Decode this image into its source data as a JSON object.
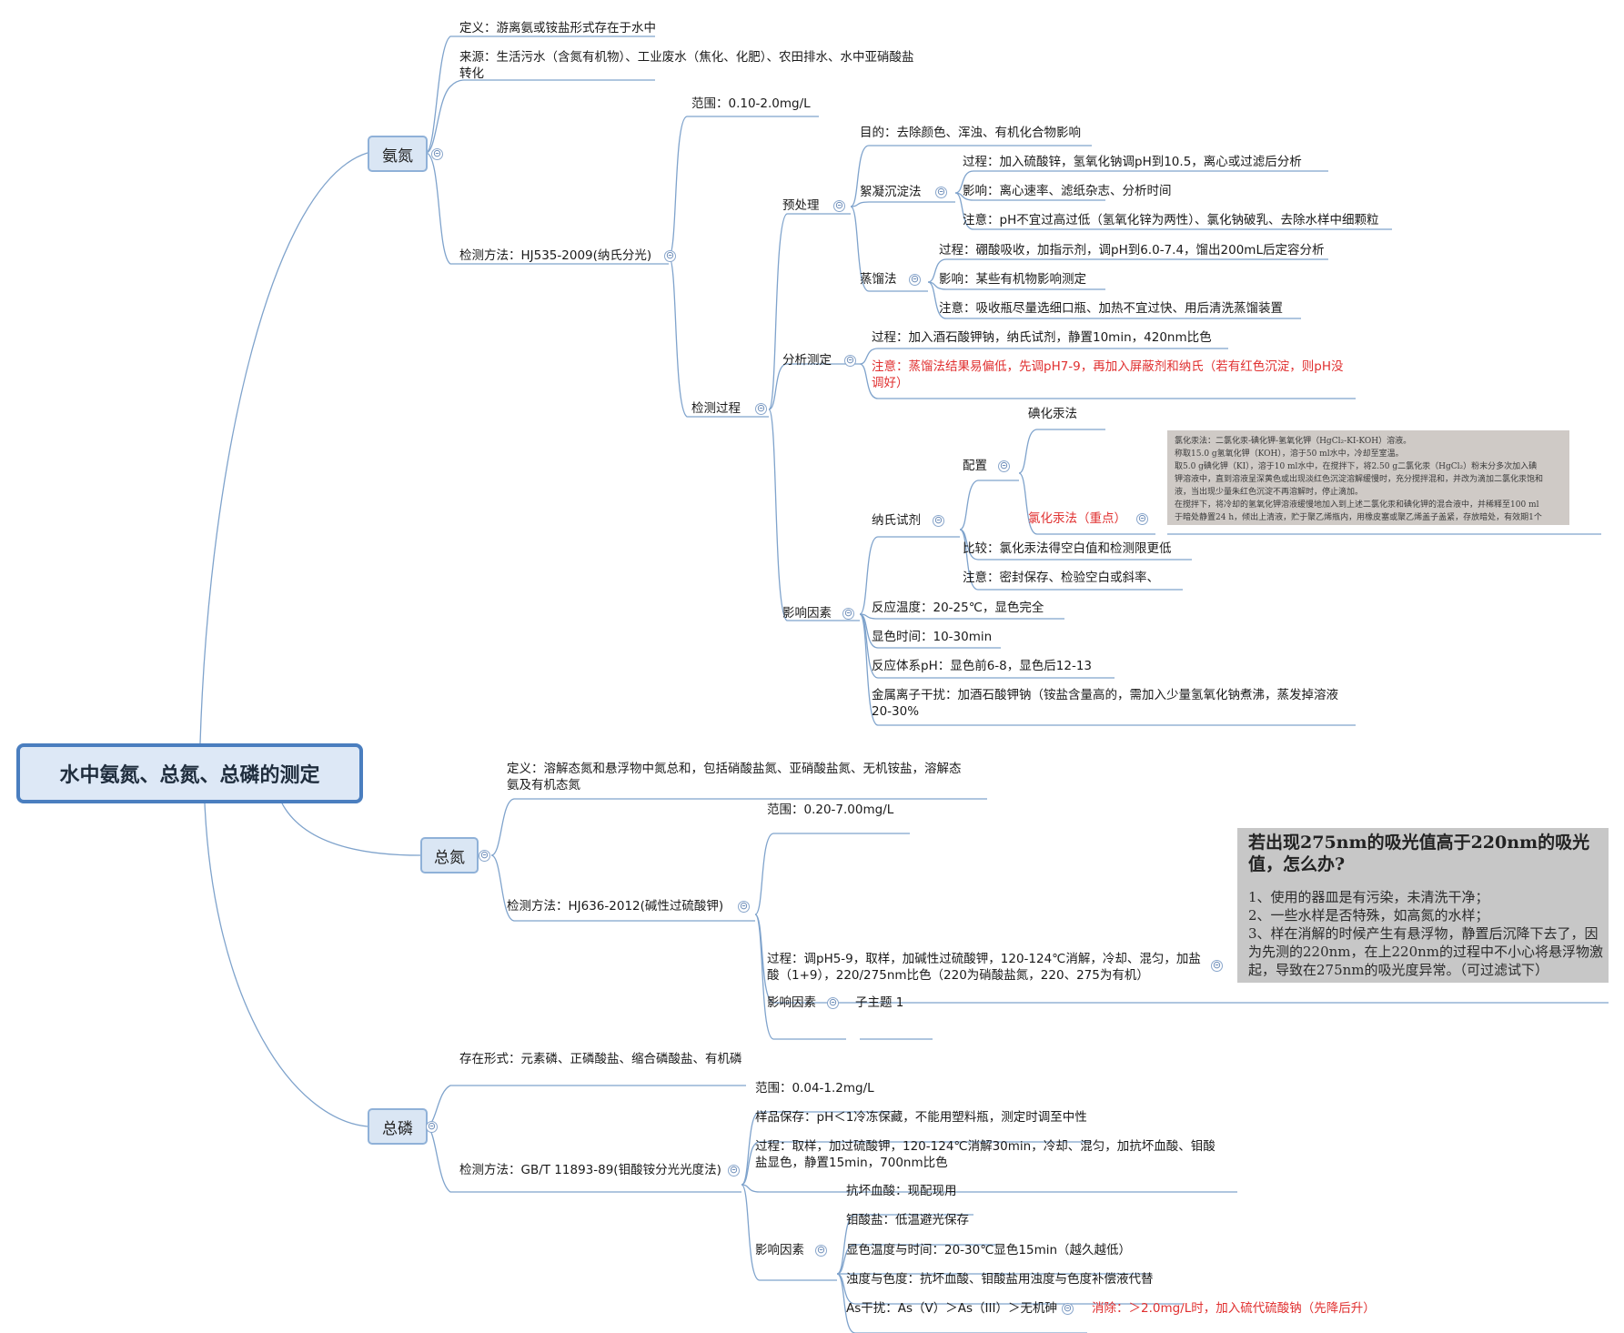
{
  "root": {
    "label": "水中氨氮、总氮、总磷的测定"
  },
  "ammonia": {
    "label": "氨氮",
    "definition": "定义：游离氨或铵盐形式存在于水中",
    "source": "来源：生活污水（含氮有机物）、工业废水（焦化、化肥）、农田排水、水中亚硝酸盐转化",
    "method": "检测方法：HJ535-2009(纳氏分光)",
    "range": "范围：0.10-2.0mg/L",
    "process": "检测过程",
    "pretreatment": "预处理",
    "purpose": "目的：去除颜色、浑浊、有机化合物影响",
    "flocculation": "絮凝沉淀法",
    "floc_process": "过程：加入硫酸锌，氢氧化钠调pH到10.5，离心或过滤后分析",
    "floc_effect": "影响：离心速率、滤纸杂志、分析时间",
    "floc_note": "注意：pH不宜过高过低（氢氧化锌为两性）、氯化钠破乳、去除水样中细颗粒",
    "distillation": "蒸馏法",
    "dist_process": "过程：硼酸吸收，加指示剂，调pH到6.0-7.4，馏出200mL后定容分析",
    "dist_effect": "影响：某些有机物影响测定",
    "dist_note": "注意：吸收瓶尽量选细口瓶、加热不宜过快、用后清洗蒸馏装置",
    "analysis": "分析测定",
    "analysis_process": "过程：加入酒石酸钾钠，纳氏试剂，静置10min，420nm比色",
    "analysis_note": "注意：蒸馏法结果易偏低，先调pH7-9，再加入屏蔽剂和纳氏（若有红色沉淀，则pH没调好）",
    "factors": "影响因素",
    "nessler": "纳氏试剂",
    "prep": "配置",
    "iodide_method": "碘化汞法",
    "chloride_method": "氯化汞法（重点）",
    "compare": "比较：氯化汞法得空白值和检测限更低",
    "nessler_note": "注意：密封保存、检验空白或斜率、",
    "temp": "反应温度：20-25℃，显色完全",
    "time": "显色时间：10-30min",
    "ph": "反应体系pH：显色前6-8，显色后12-13",
    "metal": "金属离子干扰：加酒石酸钾钠（铵盐含量高的，需加入少量氢氧化钠煮沸，蒸发掉溶液20-30%",
    "photo_lines": [
      "氯化汞法：二氯化汞-碘化钾-氢氧化钾（HgCl₂-KI-KOH）溶液。",
      "称取15.0 g氢氧化钾（KOH），溶于50 ml水中，冷却至室温。",
      "取5.0 g碘化钾（KI），溶于10 ml水中，在搅拌下，将2.50 g二氯化汞（HgCl₂）粉末分多次加入碘",
      "钾溶液中，直到溶液呈深黄色或出现淡红色沉淀溶解缓慢时，充分搅拌混和，并改为滴加二氯化汞饱和",
      "液，当出现少量朱红色沉淀不再溶解时，停止滴加。",
      "在搅拌下，将冷却的氢氧化钾溶液缓慢地加入到上述二氯化汞和碘化钾的混合液中，并稀释至100 ml",
      "于暗处静置24 h，倾出上清液，贮于聚乙烯瓶内，用橡皮塞或聚乙烯盖子盖紧，存放暗处，有效期1个"
    ]
  },
  "total_nitrogen": {
    "label": "总氮",
    "definition": "定义：溶解态氮和悬浮物中氮总和，包括硝酸盐氮、亚硝酸盐氮、无机铵盐，溶解态氨及有机态氮",
    "method": "检测方法：HJ636-2012(碱性过硫酸钾)",
    "range": "范围：0.20-7.00mg/L",
    "process": "过程：调pH5-9，取样，加碱性过硫酸钾，120-124℃消解，冷却、混匀，加盐酸（1+9），220/275nm比色（220为硝酸盐氮，220、275为有机）",
    "factors": "影响因素",
    "subtopic": "子主题 1",
    "photo_title": "若出现275nm的吸光值高于220nm的吸光值，怎么办?",
    "photo_lines": [
      "1、使用的器皿是有污染，未清洗干净；",
      "2、一些水样是否特殊，如高氮的水样；",
      "3、样在消解的时候产生有悬浮物，静置后沉降下去了，因为先测的220nm，在上220nm的过程中不小心将悬浮物激起，导致在275nm的吸光度异常。（可过滤试下）"
    ]
  },
  "total_phosphorus": {
    "label": "总磷",
    "forms": "存在形式：元素磷、正磷酸盐、缩合磷酸盐、有机磷",
    "method": "检测方法：GB/T 11893-89(钼酸铵分光光度法)",
    "range": "范围：0.04-1.2mg/L",
    "storage": "样品保存：pH＜1冷冻保藏，不能用塑料瓶，测定时调至中性",
    "process": "过程：取样，加过硫酸钾，120-124℃消解30min，冷却、混匀，加抗坏血酸、钼酸盐显色，静置15min，700nm比色",
    "factors": "影响因素",
    "ascorbic": "抗坏血酸：现配现用",
    "molybdate": "钼酸盐：低温避光保存",
    "color_temp": "显色温度与时间：20-30℃显色15min（越久越低）",
    "turbidity": "浊度与色度：抗坏血酸、钼酸盐用浊度与色度补偿液代替",
    "arsenic": "As干扰：As（V）＞As（III）＞无机砷",
    "elimination": "消除：＞2.0mg/L时，加入硫代硫酸钠（先降后升）"
  },
  "colors": {
    "line": "#7fa3cc",
    "root_border": "#4a7ebf",
    "node_fill": "#dae6f4",
    "accent_red": "#e03030"
  },
  "icons": {
    "collapse": "collapse-toggle-icon"
  }
}
